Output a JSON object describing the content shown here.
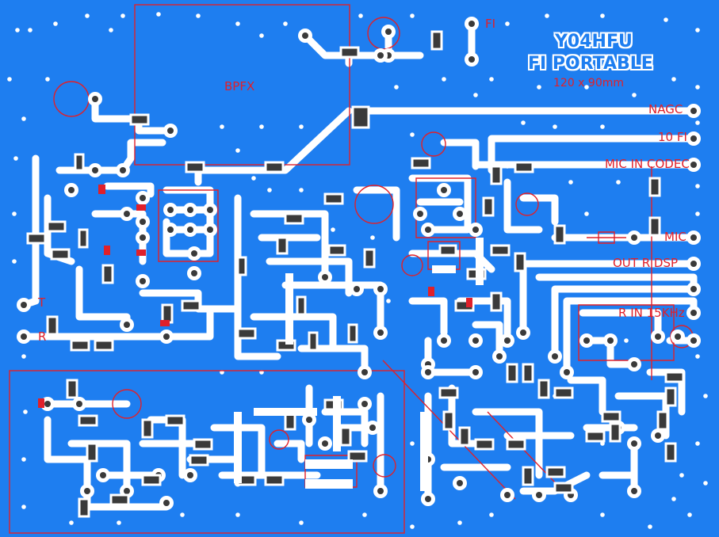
{
  "board": {
    "title_line1": "Y04HFU",
    "title_line2": "FI PORTABLE",
    "dimensions": "120 x 90mm",
    "module_label": "BPFX"
  },
  "labels": {
    "fi_top": "FI",
    "nagc": "NAGC",
    "ten_fi": "10 FI",
    "mic_in_codec": "MIC IN CODEC",
    "mic": "MIC",
    "out_r_dsp": "OUT R DSP",
    "r_in_15khz": "R IN 15KHz",
    "t_left": "T",
    "r_left": "R"
  },
  "colors": {
    "copper": "#1e7ef0",
    "trace": "#ffffff",
    "silkscreen": "#e0202a",
    "pad": "#3a3a3a"
  }
}
